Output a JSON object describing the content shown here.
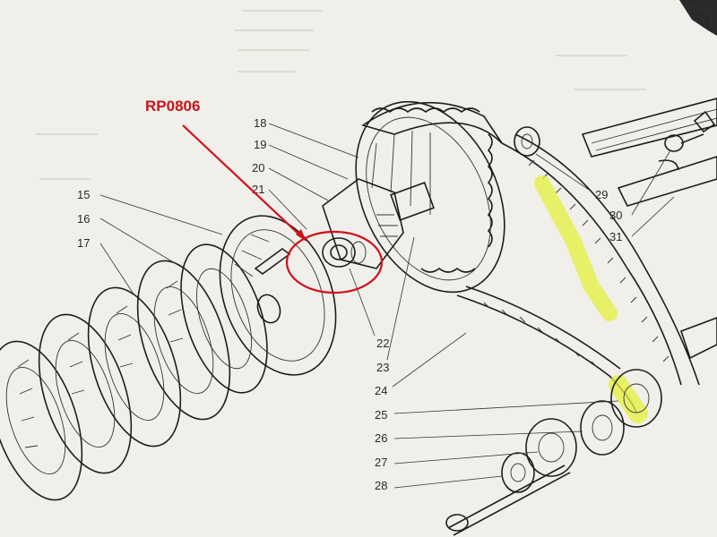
{
  "callout": {
    "part_ref": "RP0806",
    "highlight_color": "#d0101a"
  },
  "part_numbers": [
    "15",
    "16",
    "17",
    "18",
    "19",
    "20",
    "21",
    "22",
    "23",
    "24",
    "25",
    "26",
    "27",
    "28",
    "29",
    "30",
    "31"
  ],
  "highlight": {
    "color": "#e6f03c"
  }
}
